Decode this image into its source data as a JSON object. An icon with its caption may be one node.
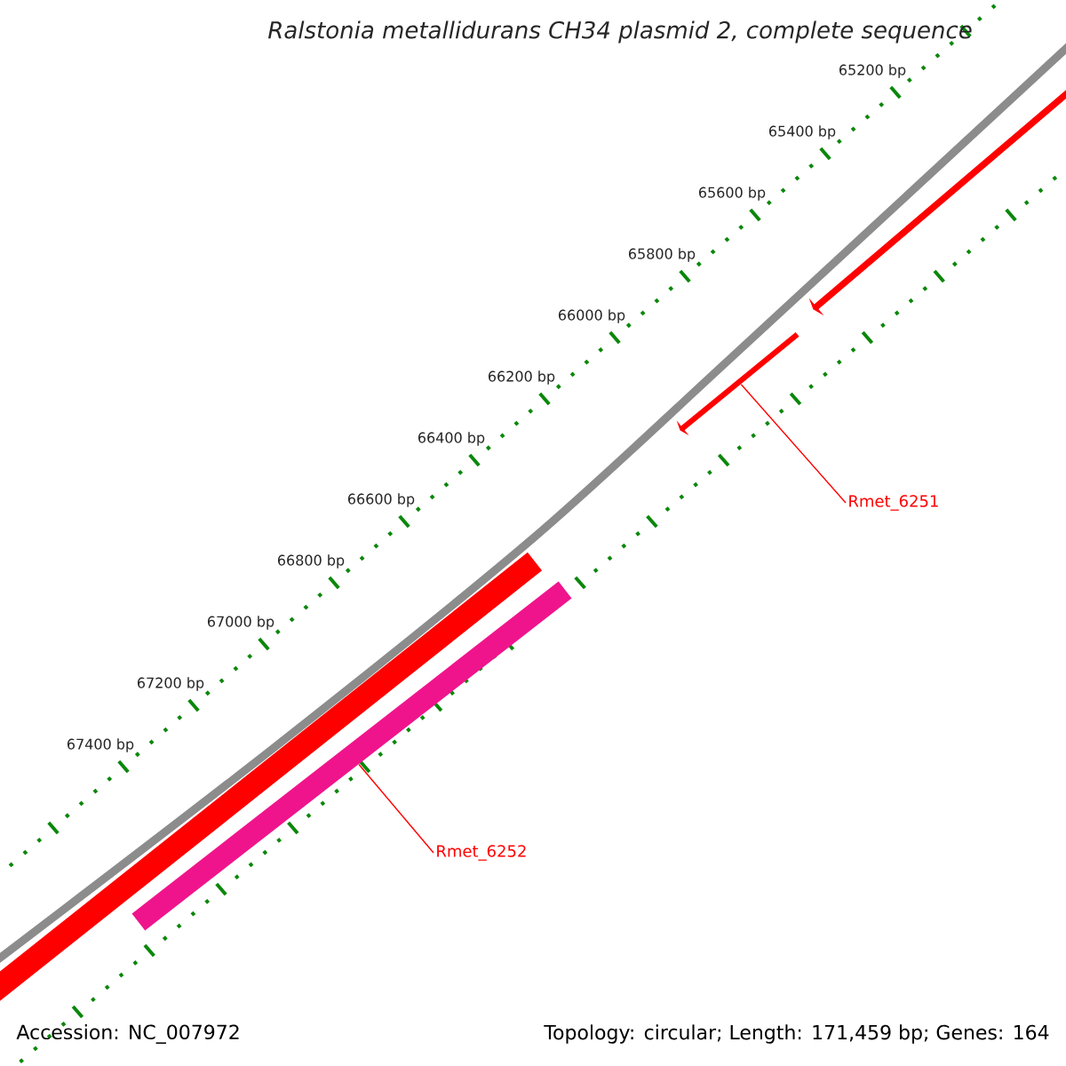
{
  "diagram": {
    "title": "Ralstonia metallidurans CH34 plasmid 2, complete sequence",
    "nodes": [
      {
        "text": [
          "Rmet_6251"
        ]
      },
      {
        "text": [],
        "shape": "arrow"
      },
      {
        "text": [
          "Rmet_6252"
        ]
      },
      {
        "text": [],
        "shape": "bar"
      }
    ],
    "edges": [
      {
        "from": 0,
        "to": 1,
        "arrow": "none"
      },
      {
        "from": 2,
        "to": 3,
        "arrow": "none"
      }
    ],
    "labels": [
      "65200 bp",
      "65400 bp",
      "65600 bp",
      "65800 bp",
      "66000 bp",
      "66200 bp",
      "66400 bp",
      "66600 bp",
      "66800 bp",
      "67000 bp",
      "67200 bp",
      "67400 bp",
      "Accession: NC_007972",
      "Topology: circular; Length: 171,459 bp; Genes: 164"
    ]
  }
}
